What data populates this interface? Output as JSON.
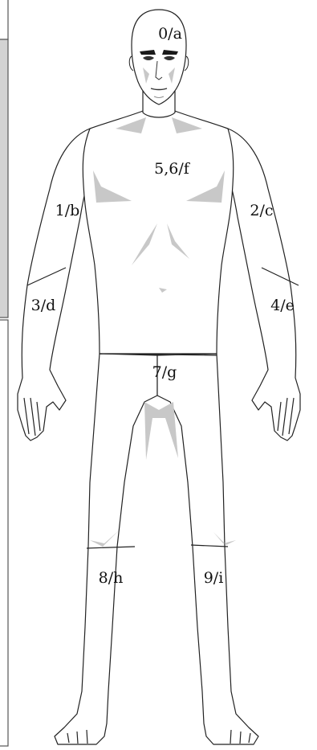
{
  "colors": {
    "outline": "#222222",
    "skin": "#ffffff",
    "shade": "#c8c8c8",
    "panel_border": "#555555",
    "panel_fill": "#d3d3d3",
    "hair": "#1a1a1a"
  },
  "regions": {
    "head": "0/a",
    "right_upper_arm": "1/b",
    "left_upper_arm": "2/c",
    "right_forearm": "3/d",
    "left_forearm": "4/e",
    "torso": "5,6/f",
    "thighs": "7/g",
    "right_lower_leg": "8/h",
    "left_lower_leg": "9/i"
  }
}
